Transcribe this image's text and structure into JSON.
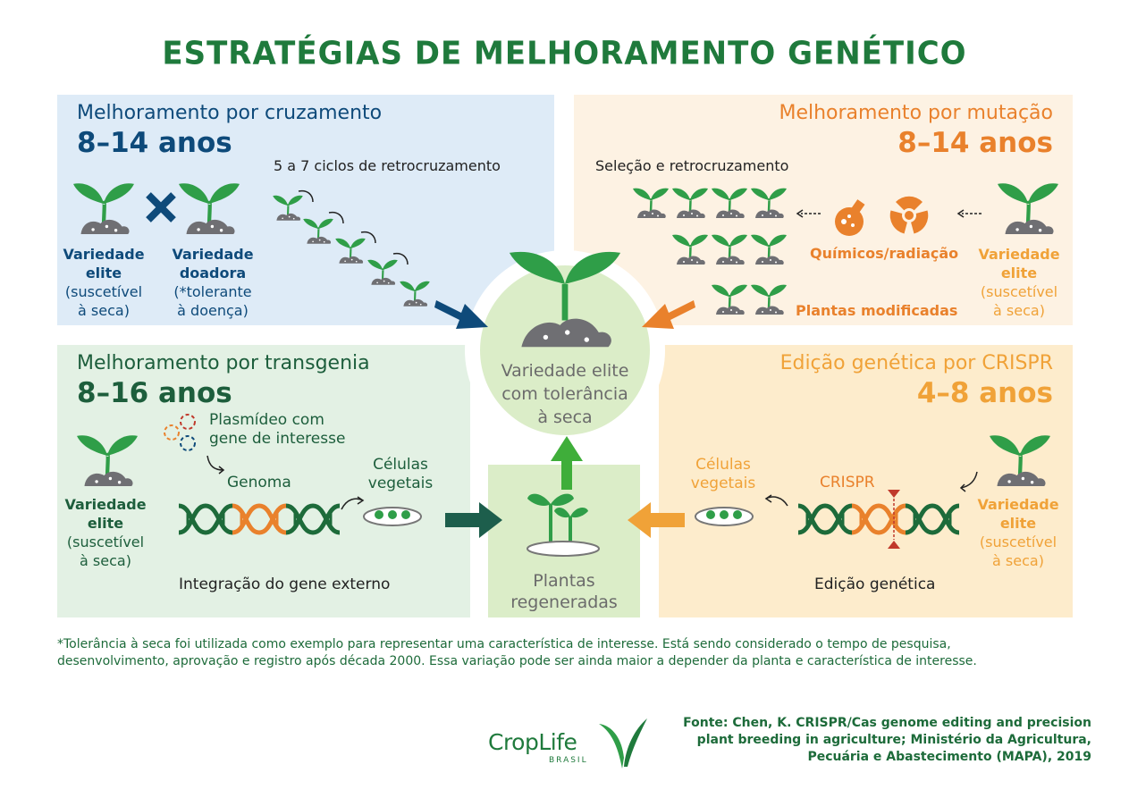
{
  "title": "ESTRATÉGIAS DE MELHORAMENTO GENÉTICO",
  "cruzamento": {
    "heading": "Melhoramento por cruzamento",
    "years": "8–14 anos",
    "cycles": "5 a 7 ciclos de retrocruzamento",
    "elite_l1": "Variedade",
    "elite_l2": "elite",
    "elite_l3": "(suscetível",
    "elite_l4": "à seca)",
    "donor_l1": "Variedade",
    "donor_l2": "doadora",
    "donor_l3": "(*tolerante",
    "donor_l4": "à doença)"
  },
  "mutacao": {
    "heading": "Melhoramento por mutação",
    "years": "8–14 anos",
    "selection": "Seleção e retrocruzamento",
    "chem": "Químicos/radiação",
    "modified": "Plantas modificadas",
    "elite_l1": "Variedade",
    "elite_l2": "elite",
    "elite_l3": "(suscetível",
    "elite_l4": "à seca)"
  },
  "transgenia": {
    "heading": "Melhoramento por transgenia",
    "years": "8–16 anos",
    "plasmid_l1": "Plasmídeo com",
    "plasmid_l2": "gene de interesse",
    "genome": "Genoma",
    "cells_l1": "Células",
    "cells_l2": "vegetais",
    "integration": "Integração do gene externo",
    "elite_l1": "Variedade",
    "elite_l2": "elite",
    "elite_l3": "(suscetível",
    "elite_l4": "à seca)"
  },
  "crispr": {
    "heading": "Edição genética por CRISPR",
    "years": "4–8 anos",
    "crispr": "CRISPR",
    "cells_l1": "Células",
    "cells_l2": "vegetais",
    "editing": "Edição genética",
    "elite_l1": "Variedade",
    "elite_l2": "elite",
    "elite_l3": "(suscetível",
    "elite_l4": "à seca)"
  },
  "center": {
    "l1": "Variedade elite",
    "l2": "com tolerância",
    "l3": "à seca"
  },
  "regen": {
    "l1": "Plantas",
    "l2": "regeneradas"
  },
  "footnote": {
    "l1": "*Tolerância à seca foi utilizada como exemplo para representar uma característica de interesse. Está sendo considerado o tempo de pesquisa,",
    "l2": "desenvolvimento, aprovação e registro após década 2000. Essa variação pode ser ainda maior a depender da planta e característica de interesse."
  },
  "logo": {
    "name": "CropLife",
    "sub": "BRASIL"
  },
  "source": {
    "l1": "Fonte: Chen, K. CRISPR/Cas genome editing and precision",
    "l2": "plant breeding in agriculture; Ministério da Agricultura,",
    "l3": "Pecuária e Abastecimento (MAPA), 2019"
  },
  "colors": {
    "title_green": "#1f7a3c",
    "leaf_green": "#2f9e48",
    "soil_gray": "#6f6f73",
    "blue": "#0e4a7a",
    "orange": "#e9812c"
  }
}
